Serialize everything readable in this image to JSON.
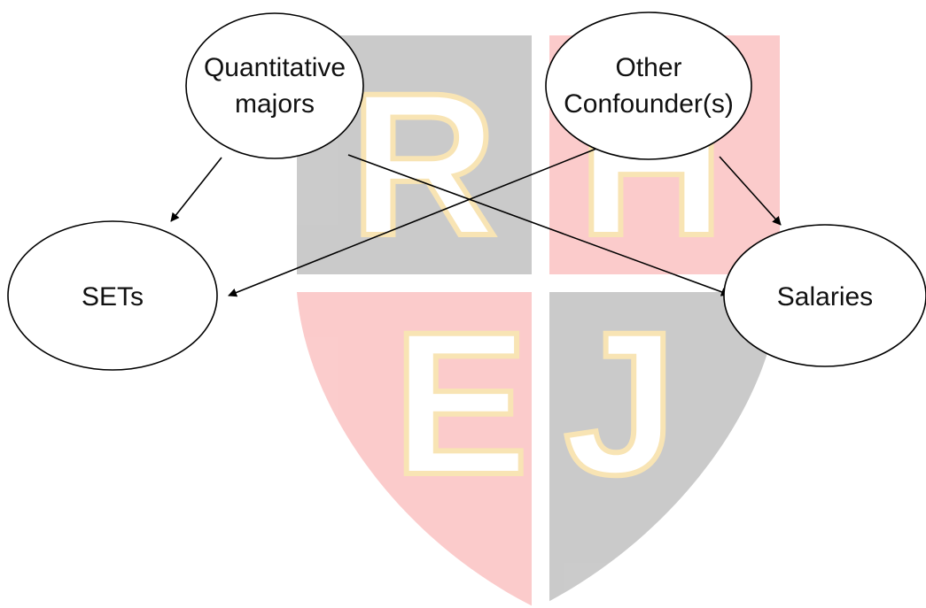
{
  "watermark": {
    "letters": [
      "R",
      "H",
      "E",
      "J"
    ],
    "colors": {
      "grey": "#c8c8c8",
      "red": "#fbc9c9",
      "letter_fill": "#ffffff",
      "letter_outline": "#f8e3b0"
    }
  },
  "nodes": {
    "quantitative_majors": [
      "Quantitative",
      "majors"
    ],
    "other_confounders": [
      "Other",
      "Confounder(s)"
    ],
    "sets": [
      "SETs"
    ],
    "salaries": [
      "Salaries"
    ]
  },
  "edges": [
    {
      "from": "Quantitative majors",
      "to": "SETs"
    },
    {
      "from": "Quantitative majors",
      "to": "Salaries"
    },
    {
      "from": "Other Confounder(s)",
      "to": "SETs"
    },
    {
      "from": "Other Confounder(s)",
      "to": "Salaries"
    }
  ]
}
